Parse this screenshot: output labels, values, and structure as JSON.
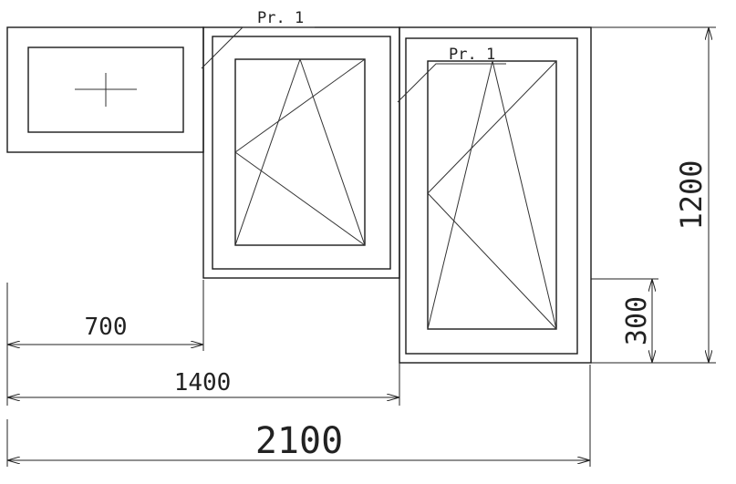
{
  "labels": {
    "profile_label_1": "Pr. 1",
    "profile_label_2": "Pr. 1"
  },
  "dimensions": {
    "width_first_window": "700",
    "width_two_windows": "1400",
    "width_total": "2100",
    "height_total": "1200",
    "height_sill_offset": "300"
  },
  "windows": [
    {
      "name": "fixed-window",
      "opening": "fixed"
    },
    {
      "name": "middle-window",
      "opening": "tilt-turn"
    },
    {
      "name": "right-window",
      "opening": "tilt-turn"
    }
  ]
}
